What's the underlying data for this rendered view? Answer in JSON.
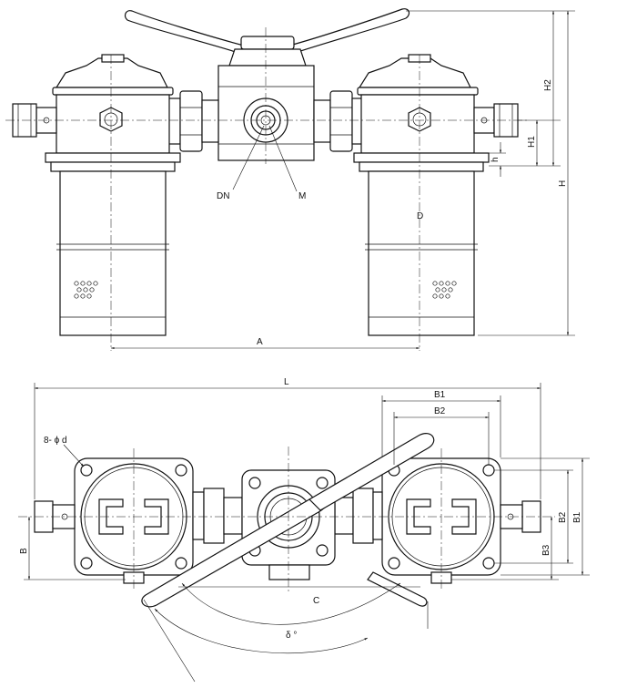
{
  "front_view": {
    "dim_A": "A",
    "dim_H": "H",
    "dim_H1": "H1",
    "dim_H2": "H2",
    "dim_h": "h",
    "dim_D": "D",
    "label_DN": "DN",
    "label_M": "M"
  },
  "top_view": {
    "dim_L": "L",
    "dim_B": "B",
    "dim_B1_top": "B1",
    "dim_B2_top": "B2",
    "dim_B1_side": "B1",
    "dim_B2_side": "B2",
    "dim_B3": "B3",
    "dim_C": "C",
    "angle": "δ °",
    "bolt_holes": "8- ϕ d"
  }
}
